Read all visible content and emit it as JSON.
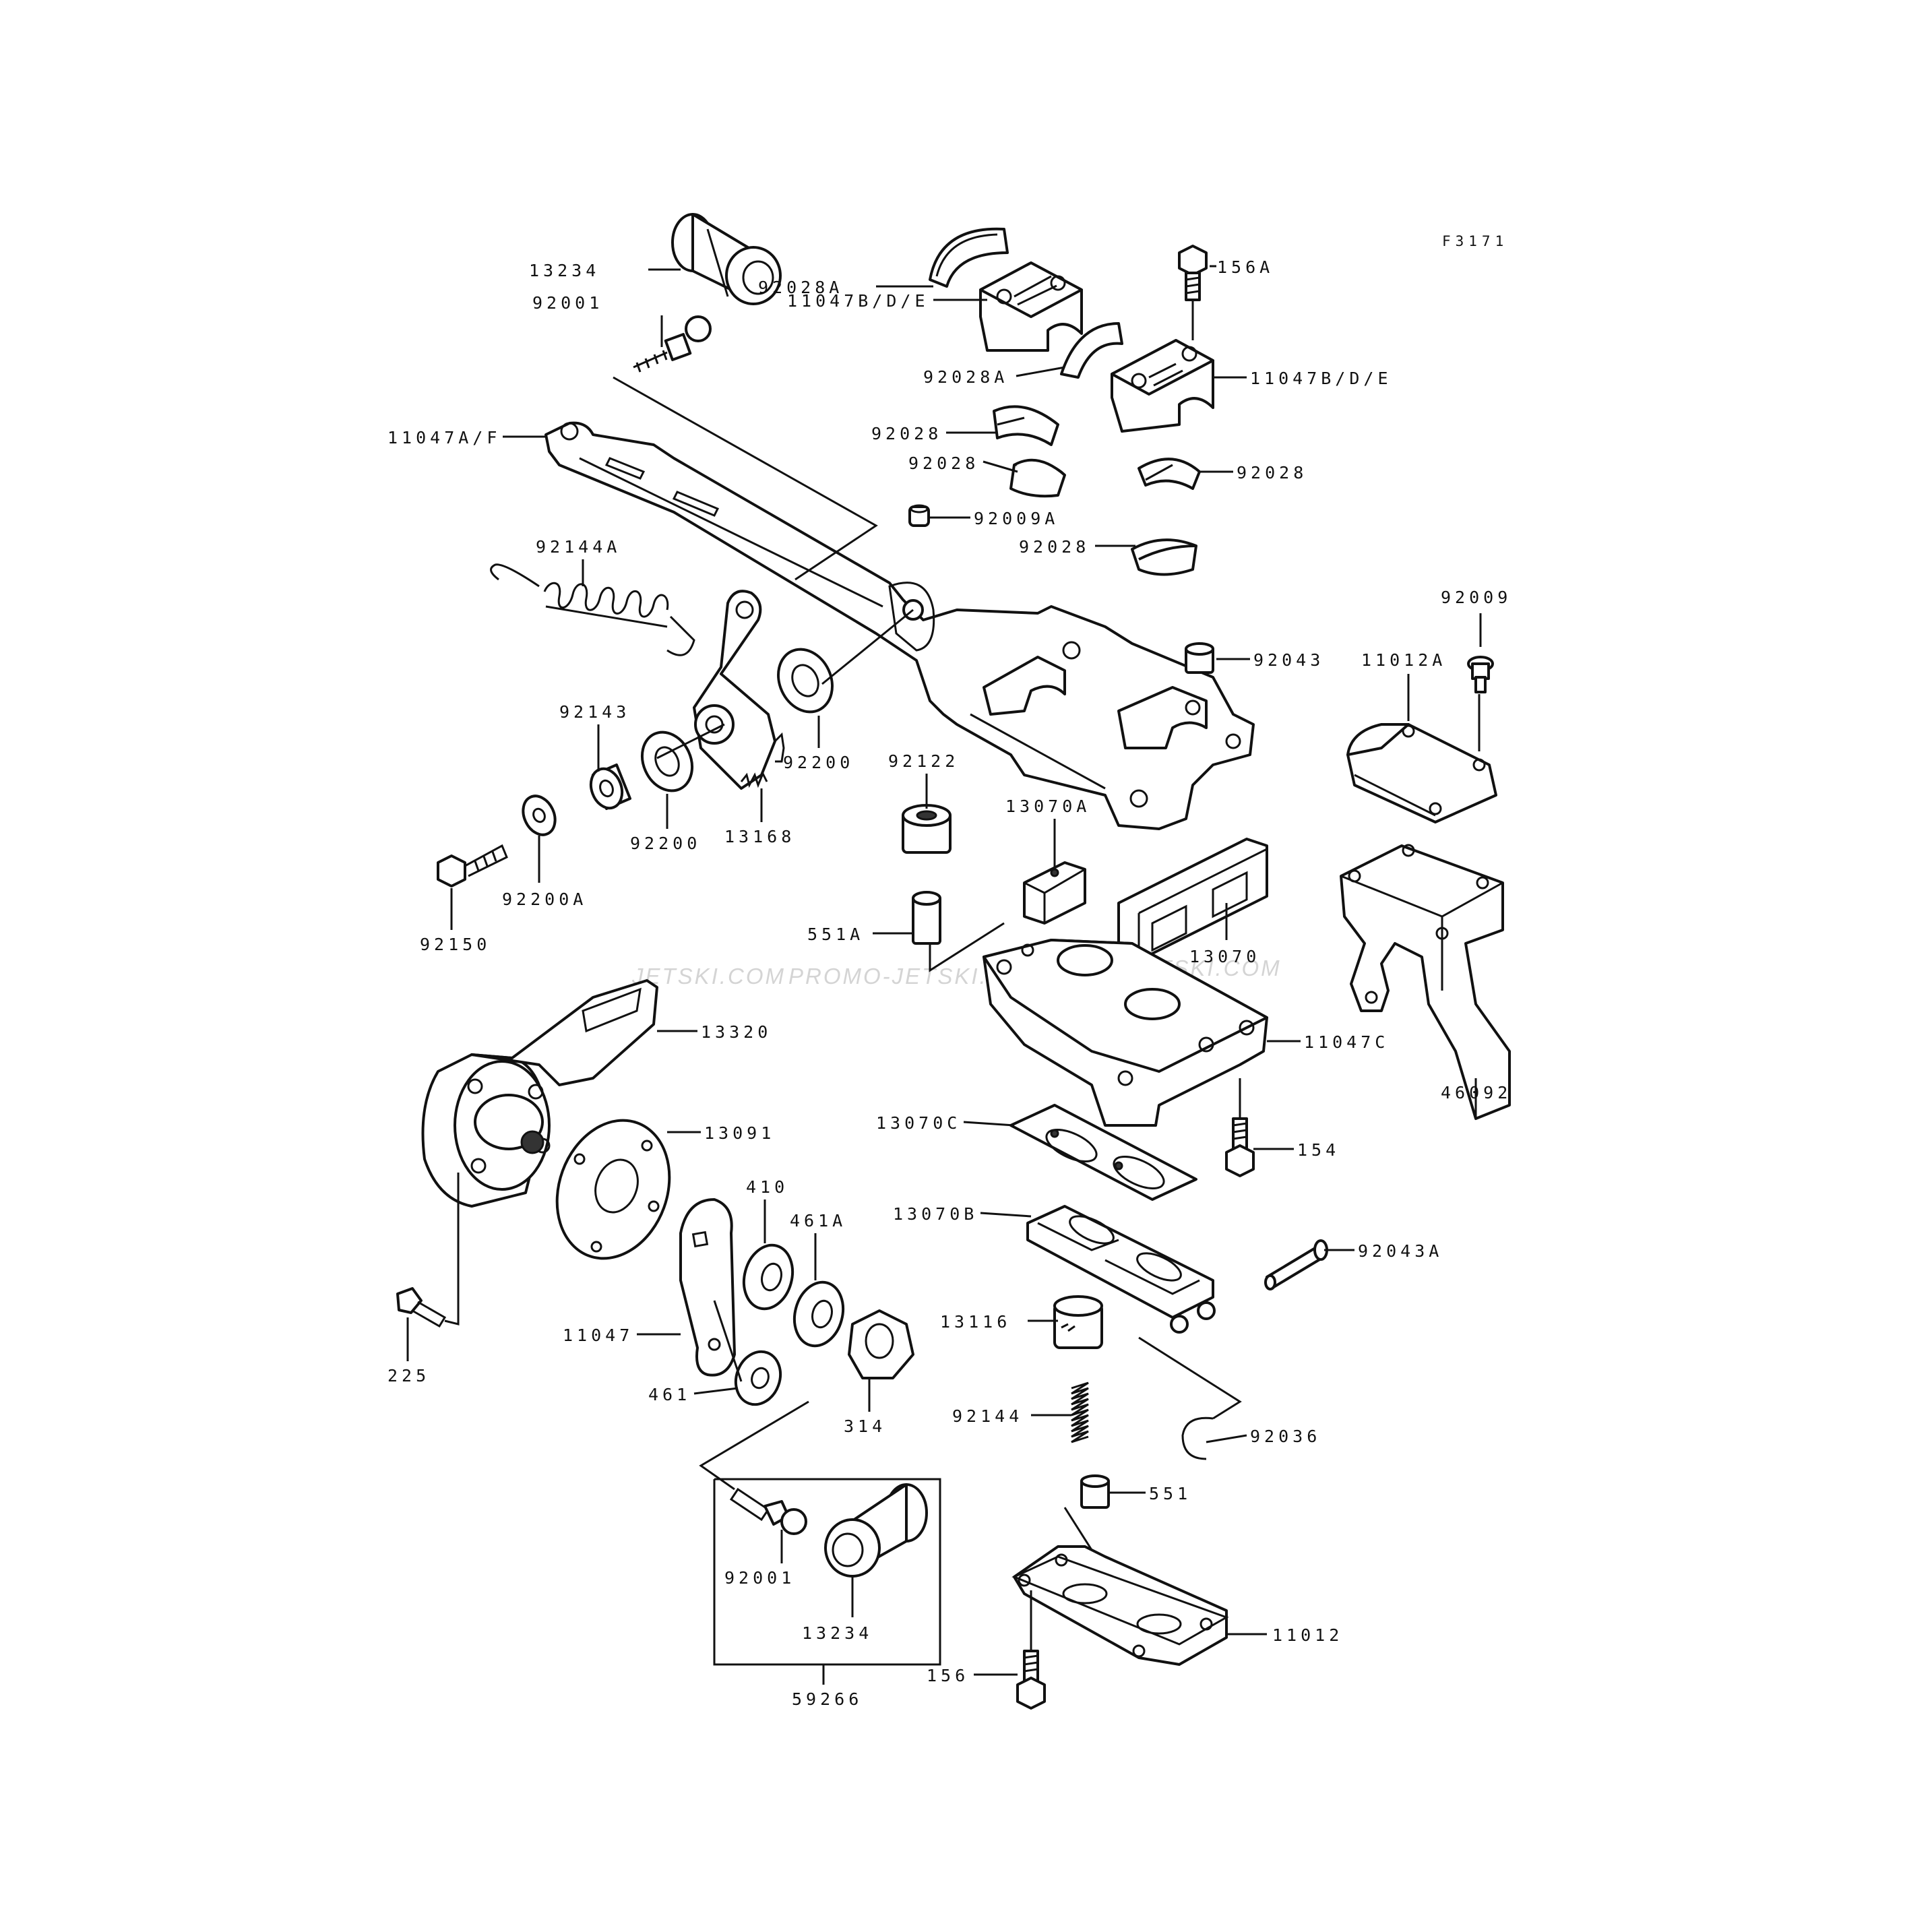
{
  "figure_code": "F3171",
  "watermarks": [
    "JETSKI.COM",
    "PROMO-JETSKI.COM",
    "PROMO-JETSKI.COM"
  ],
  "callouts": {
    "p13234_top": "13234",
    "p92001_top": "92001",
    "p92028A_1": "92028A",
    "p11047BDE_1": "11047B/D/E",
    "p92028A_2": "92028A",
    "p156A": "156A",
    "p11047BDE_2": "11047B/D/E",
    "p11047AF": "11047A/F",
    "p92028_1": "92028",
    "p92028_2": "92028",
    "p92028_3": "92028",
    "p92009A": "92009A",
    "p92028_4": "92028",
    "p92144A": "92144A",
    "p92043": "92043",
    "p92009": "92009",
    "p11012A": "11012A",
    "p92143": "92143",
    "p92200_1": "92200",
    "p92200_2": "92200",
    "p13168": "13168",
    "p92122": "92122",
    "p13070A": "13070A",
    "p92200A": "92200A",
    "p92150": "92150",
    "p551A": "551A",
    "p13070": "13070",
    "p13320": "13320",
    "p11047C": "11047C",
    "p46092": "46092",
    "p13091": "13091",
    "p13070C": "13070C",
    "p154": "154",
    "p410": "410",
    "p461A": "461A",
    "p13070B": "13070B",
    "p92043A": "92043A",
    "p11047": "11047",
    "p13116": "13116",
    "p225": "225",
    "p461": "461",
    "p314": "314",
    "p92144": "92144",
    "p92036": "92036",
    "p551": "551",
    "p92001_bot": "92001",
    "p13234_bot": "13234",
    "p11012": "11012",
    "p156": "156",
    "p59266": "59266"
  }
}
